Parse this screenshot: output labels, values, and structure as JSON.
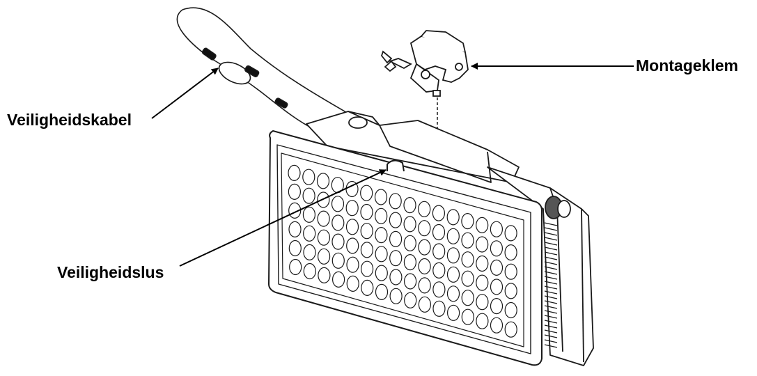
{
  "labels": {
    "mounting_clamp": "Montageklem",
    "safety_cable": "Veiligheidskabel",
    "safety_loop": "Veiligheidslus"
  },
  "colors": {
    "line": "#1a1a1a",
    "background": "#ffffff"
  },
  "led_grid": {
    "rows": 6,
    "columns": 16
  }
}
